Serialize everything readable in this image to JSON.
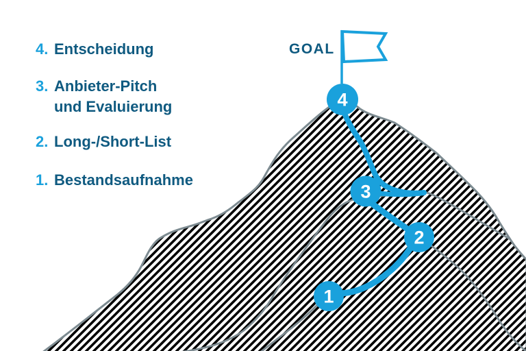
{
  "colors": {
    "accent_blue": "#1aa1dc",
    "dark_blue_text": "#0f5a80",
    "ridge_gray": "#7d8b91",
    "hatch_black": "#000000"
  },
  "legend": {
    "items": [
      {
        "number": "4.",
        "label": "Entscheidung"
      },
      {
        "number": "3.",
        "label": "Anbieter-Pitch\nund Evaluierung"
      },
      {
        "number": "2.",
        "label": "Long-/Short-List"
      },
      {
        "number": "1.",
        "label": "Bestandsaufnahme"
      }
    ]
  },
  "goal": {
    "label": "GOAL"
  },
  "markers": [
    {
      "number": "1"
    },
    {
      "number": "2"
    },
    {
      "number": "3"
    },
    {
      "number": "4"
    }
  ]
}
